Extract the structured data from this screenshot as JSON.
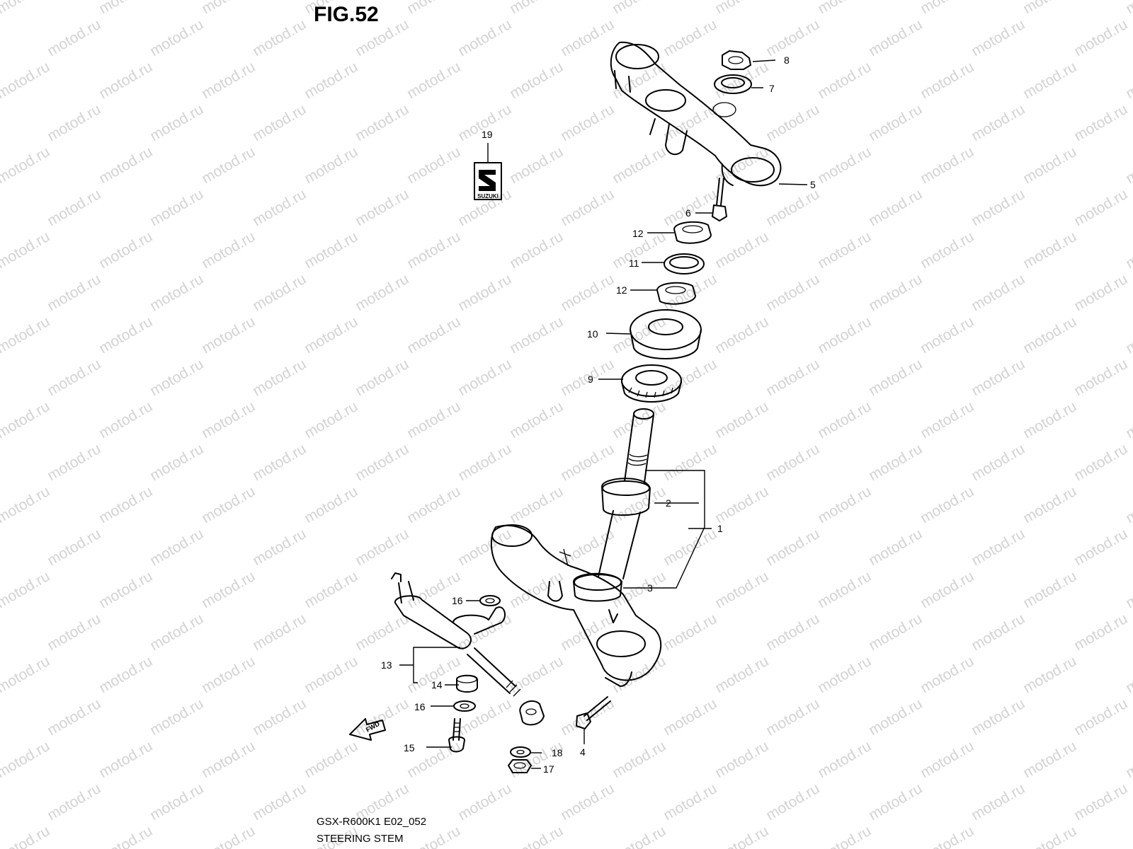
{
  "figure": {
    "title": "FIG.52"
  },
  "footer": {
    "model_code": "GSX-R600K1 E02_052",
    "section_name": "STEERING STEM"
  },
  "watermark": {
    "text": "motod.ru"
  },
  "logo": {
    "text": "SUZUKI"
  },
  "fwd_arrow": {
    "text": "FWD"
  },
  "callouts": [
    "1",
    "2",
    "3",
    "4",
    "5",
    "6",
    "7",
    "8",
    "9",
    "10",
    "11",
    "12",
    "12",
    "13",
    "14",
    "15",
    "16",
    "16",
    "17",
    "18",
    "19"
  ]
}
